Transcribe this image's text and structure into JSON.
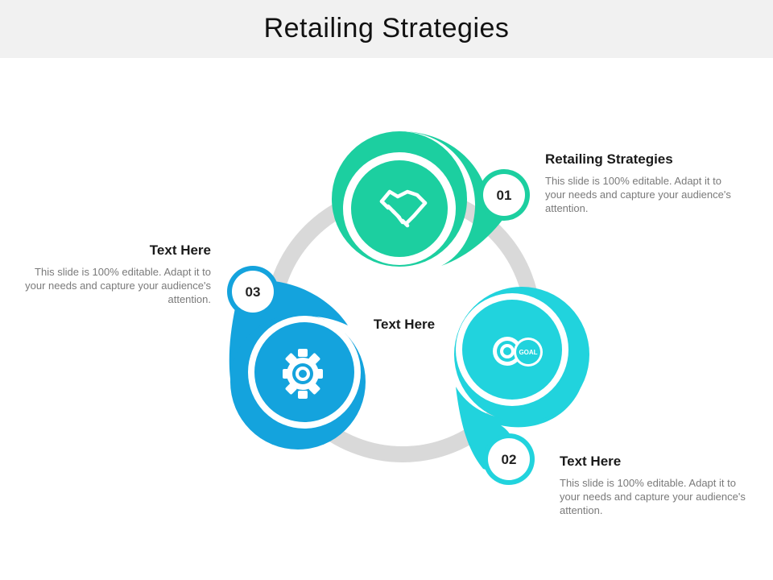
{
  "title": "Retailing Strategies",
  "center_label": "Text Here",
  "colors": {
    "ring": "#d9d9d9",
    "green": "#1ccfa0",
    "cyan": "#21d3dd",
    "blue": "#14a3dd"
  },
  "steps": [
    {
      "number": "01",
      "heading": "Retailing Strategies",
      "body": "This slide is 100% editable. Adapt it to your needs and capture your audience's attention.",
      "icon": "handshake-icon"
    },
    {
      "number": "02",
      "heading": "Text Here",
      "body": "This slide is 100% editable. Adapt it to your needs and capture your audience's attention.",
      "icon": "goal-target-icon",
      "icon_label": "GOAL"
    },
    {
      "number": "03",
      "heading": "Text Here",
      "body": "This slide is 100% editable. Adapt it to your needs and capture your audience's attention.",
      "icon": "gear-icon"
    }
  ]
}
